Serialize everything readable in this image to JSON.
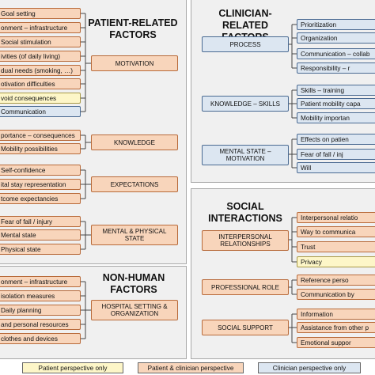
{
  "patient": {
    "title_line1": "PATIENT-RELATED",
    "title_line2": "FACTORS",
    "motivation": {
      "label": "MOTIVATION",
      "items": [
        "Goal setting",
        "onment – infrastructure",
        "Social stimulation",
        "ivities (of daily living)",
        "dual needs (smoking, …)",
        "otivation difficulties",
        "void consequences",
        "Communication"
      ]
    },
    "knowledge": {
      "label": "KNOWLEDGE",
      "items": [
        "portance – consequences",
        "Mobility possibilities"
      ]
    },
    "expectations": {
      "label": "EXPECTATIONS",
      "items": [
        "Self-confidence",
        "ital stay representation",
        "tcome expectancies"
      ]
    },
    "mental_physical": {
      "label": "MENTAL & PHYSICAL STATE",
      "items": [
        "Fear of fall / injury",
        "Mental state",
        "Physical state"
      ]
    }
  },
  "nonhuman": {
    "title_line1": "NON-HUMAN",
    "title_line2": "FACTORS",
    "hospital": {
      "label": "HOSPITAL SETTING & ORGANIZATION",
      "items": [
        "onment – infrastructure",
        "isolation measures",
        "Daily planning",
        "and personal resources",
        "clothes and devices"
      ]
    }
  },
  "clinician": {
    "title_line1": "CLINICIAN-RELATED",
    "title_line2": "FACTORS",
    "process": {
      "label": "PROCESS",
      "items": [
        "Prioritization",
        "Organization",
        "Communication – collab",
        "Responsibility – r"
      ]
    },
    "knowledge_skills": {
      "label": "KNOWLEDGE – SKILLS",
      "items": [
        "Skills – training",
        "Patient mobility capa",
        "Mobility importan"
      ]
    },
    "mental_motivation": {
      "label": "MENTAL STATE – MOTIVATION",
      "items": [
        "Effects on patien",
        "Fear of fall / inj",
        "Will"
      ]
    }
  },
  "social": {
    "title_line1": "SOCIAL",
    "title_line2": "INTERACTIONS",
    "interpersonal": {
      "label": "INTERPERSONAL RELATIONSHIPS",
      "items": [
        "Interpersonal relatio",
        "Way to communica",
        "Trust",
        "Privacy"
      ]
    },
    "professional": {
      "label": "PROFESSIONAL ROLE",
      "items": [
        "Reference perso",
        "Communication by"
      ]
    },
    "support": {
      "label": "SOCIAL SUPPORT",
      "items": [
        "Information",
        "Assistance from other p",
        "Emotional suppor"
      ]
    }
  },
  "legend": {
    "patient_only": "Patient perspective only",
    "both": "Patient & clinician perspective",
    "clinician_only": "Clinician perspective only"
  },
  "colors": {
    "both": "#f8d5bb",
    "patient_only": "#fdf6c8",
    "clinician_only": "#dce6f1",
    "panel": "#f0f0f0"
  }
}
